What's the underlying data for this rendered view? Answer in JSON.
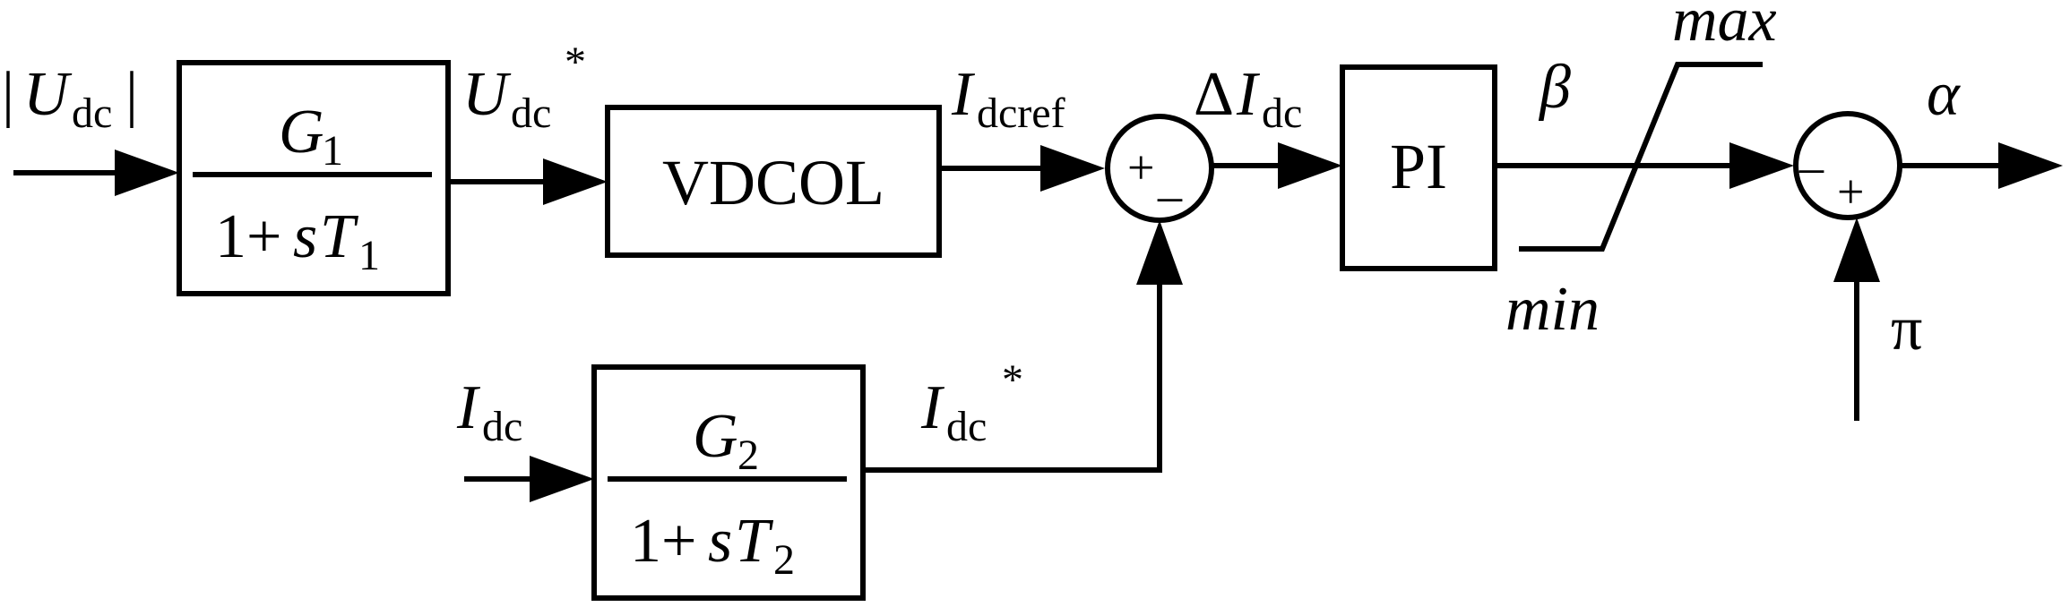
{
  "colors": {
    "stroke": "#000000",
    "background": "#ffffff"
  },
  "inputs": {
    "udc_abs": {
      "bar_left": "|",
      "symbol": "U",
      "subscript": "dc",
      "bar_right": "|"
    },
    "idc": {
      "symbol": "I",
      "subscript": "dc"
    },
    "pi_const": "π"
  },
  "blocks": {
    "filter1": {
      "numerator_symbol": "G",
      "numerator_subscript": "1",
      "denominator_prefix": "1+",
      "denominator_s": "s",
      "denominator_symbol": "T",
      "denominator_subscript": "1"
    },
    "vdcol": {
      "label": "VDCOL"
    },
    "filter2": {
      "numerator_symbol": "G",
      "numerator_subscript": "2",
      "denominator_prefix": "1+",
      "denominator_s": "s",
      "denominator_symbol": "T",
      "denominator_subscript": "2"
    },
    "pi_controller": {
      "label": "PI"
    },
    "limiter": {
      "max_label": "max",
      "min_label": "min"
    }
  },
  "signals": {
    "udc_star": {
      "symbol": "U",
      "subscript": "dc",
      "superscript": "*"
    },
    "idcref": {
      "symbol": "I",
      "subscript": "dcref"
    },
    "delta_idc": {
      "delta": "Δ",
      "symbol": "I",
      "subscript": "dc"
    },
    "idc_star": {
      "symbol": "I",
      "subscript": "dc",
      "superscript": "*"
    },
    "beta": "β",
    "alpha": "α"
  },
  "summing_junctions": {
    "sum1": {
      "top_sign": "+",
      "bottom_sign": "_"
    },
    "sum2": {
      "top_sign": "_",
      "bottom_sign": "+"
    }
  }
}
